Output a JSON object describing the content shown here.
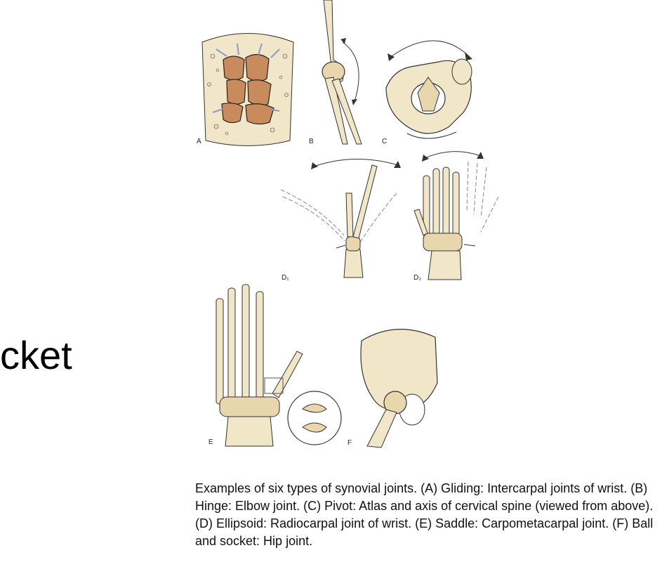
{
  "slide": {
    "partial_heading": "cket"
  },
  "figure": {
    "panels": [
      {
        "label": "A"
      },
      {
        "label": "B"
      },
      {
        "label": "C"
      },
      {
        "label": "D₁"
      },
      {
        "label": "D₂"
      },
      {
        "label": "E"
      },
      {
        "label": "F"
      }
    ],
    "caption": "Examples of six types of synovial joints. (A) Gliding: Intercarpal joints of wrist. (B) Hinge: Elbow joint. (C) Pivot: Atlas and axis of cervical spine (viewed from above). (D) Ellipsoid: Radiocarpal joint of wrist. (E) Saddle: Carpometacarpal joint. (F) Ball and socket: Hip joint."
  },
  "colors": {
    "bone": "#f2e6c8",
    "bone_shade": "#c9a76a",
    "marrow": "#c98a5c",
    "ligament": "#8d9ac7",
    "outline": "#333333"
  }
}
